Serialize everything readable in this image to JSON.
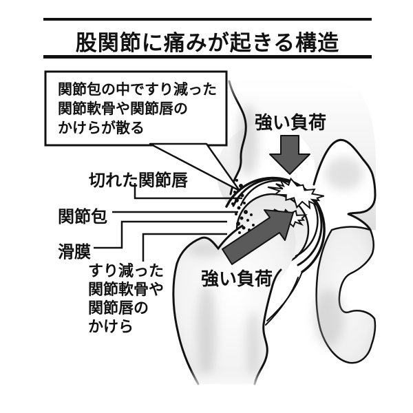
{
  "title": "股関節に痛みが起きる構造",
  "callout": {
    "lines": [
      "関節包の中ですり減った",
      "関節軟骨や関節唇の",
      "かけらが散る"
    ]
  },
  "labels": {
    "torn_labrum": "切れた関節唇",
    "joint_capsule": "関節包",
    "synovium": "滑膜",
    "debris": [
      "すり減った",
      "関節軟骨や",
      "関節唇の",
      "かけら"
    ],
    "load_top": "強い負荷",
    "load_bottom": "強い負荷"
  },
  "colors": {
    "background": "#ffffff",
    "outline": "#111111",
    "bone_fill": "#f0f0f0",
    "bone_shade": "#c7c7c7",
    "arrow_fill": "#5a5a5a",
    "text": "#111111"
  }
}
